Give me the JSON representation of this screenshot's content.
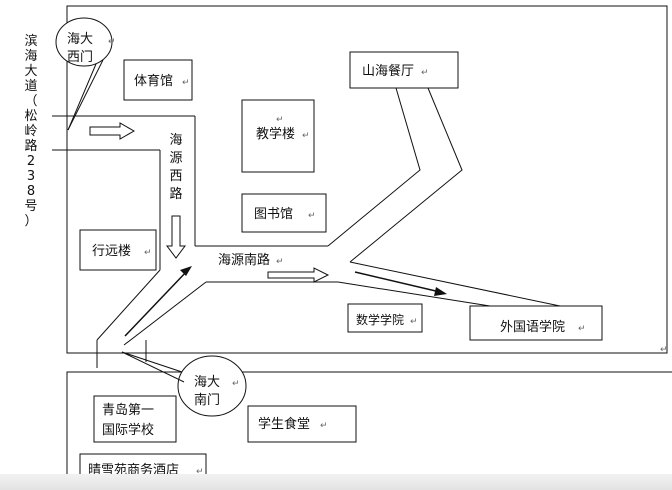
{
  "west_road_label": "滨海大道（松岭路238号）",
  "gates": {
    "west": [
      "海大",
      "西门"
    ],
    "south": [
      "海大",
      "南门"
    ]
  },
  "buildings": {
    "gym": "体育馆",
    "restaurant": "山海餐厅",
    "teaching": "教学楼",
    "library": "图书馆",
    "xingyuan": "行远楼",
    "math": "数学学院",
    "foreign": "外国语学院",
    "school": [
      "青岛第一",
      "国际学校"
    ],
    "canteen": "学生食堂",
    "hotel": "晴雪苑商务酒店"
  },
  "roads": {
    "haiyuan_west": "海源西路",
    "haiyuan_south": "海源南路"
  },
  "paragraph_mark": "↵",
  "colors": {
    "line": "#111111",
    "background": "#ffffff"
  }
}
